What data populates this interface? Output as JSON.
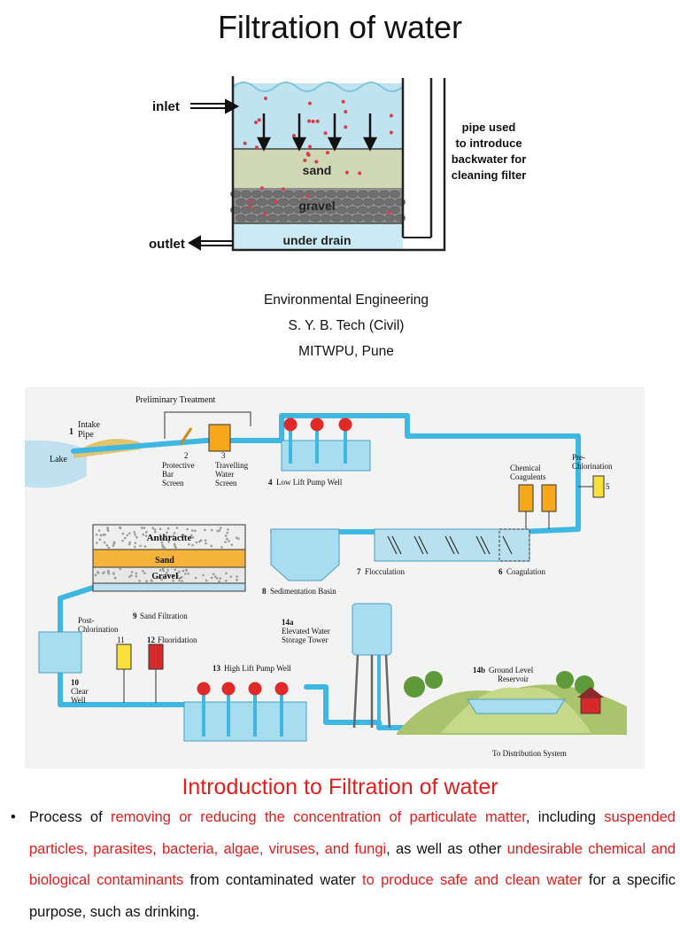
{
  "page": {
    "title": "Filtration of water",
    "subtitle_lines": [
      "Environmental Engineering",
      "S. Y. B. Tech (Civil)",
      "MITWPU, Pune"
    ]
  },
  "filter_diagram": {
    "inlet": "inlet",
    "outlet": "outlet",
    "sand": "sand",
    "gravel": "gravel",
    "under_drain": "under drain",
    "pipe_note": [
      "pipe used",
      "to introduce",
      "backwater for",
      "cleaning filter"
    ],
    "colors": {
      "water": "#bfe3ef",
      "sand": "#cfd7b4",
      "gravel": "#8d8d8d",
      "drain": "#cbeaf4",
      "particles": "#d63d52"
    }
  },
  "plant_diagram": {
    "preliminary": "Preliminary Treatment",
    "intake_num": "1",
    "intake": [
      "Intake",
      "Pipe"
    ],
    "lake": "Lake",
    "bar_screen": [
      "2",
      "Protective",
      "Bar",
      "Screen"
    ],
    "travelling": [
      "3",
      "Travelling",
      "Water",
      "Screen"
    ],
    "low_lift_num": "4",
    "low_lift": "Low Lift Pump Well",
    "chemical": [
      "Chemical",
      "Coagulents"
    ],
    "pre_chlor": [
      "Pre-",
      "Chlorination"
    ],
    "five": "5",
    "coag_num": "6",
    "coag": "Coagulation",
    "floc_num": "7",
    "floc": "Flocculation",
    "sed_num": "8",
    "sed": "Sedimentation Basin",
    "sandf_num": "9",
    "sandf": "Sand Filtration",
    "anthracite": "Anthracite",
    "sand": "Sand",
    "gravel": "GraveL",
    "post": [
      "Post-",
      "Chlorination"
    ],
    "eleven": "11",
    "twelve_num": "12",
    "twelve": "Fluoridation",
    "clear_well": [
      "10",
      "Clear",
      "Well"
    ],
    "high_lift_num": "13",
    "high_lift": "High Lift Pump Well",
    "tower": [
      "14a",
      "Elevated Water",
      "Storage Tower"
    ],
    "reservoir_num": "14b",
    "reservoir": [
      "Ground Level",
      "Reservoir"
    ],
    "distribution": "To Distribution System",
    "colors": {
      "pipe": "#3fb7e3",
      "pump": "#e02a2a",
      "orange": "#f6a81a",
      "yellow": "#f8e03a",
      "red_tank": "#d42a2a"
    }
  },
  "intro": {
    "heading": "Introduction to Filtration of water",
    "bullet_char": "•",
    "segments": [
      {
        "text": "Process of ",
        "red": false
      },
      {
        "text": "removing or reducing the concentration of particulate matter",
        "red": true
      },
      {
        "text": ", including ",
        "red": false
      },
      {
        "text": "suspended particles, parasites, bacteria, algae, viruses, and fungi",
        "red": true
      },
      {
        "text": ", as well as other ",
        "red": false
      },
      {
        "text": "undesirable chemical and biological contaminants",
        "red": true
      },
      {
        "text": " from contaminated water ",
        "red": false
      },
      {
        "text": "to produce safe and clean water",
        "red": true
      },
      {
        "text": " for a specific purpose, such as drinking.",
        "red": false
      }
    ]
  }
}
